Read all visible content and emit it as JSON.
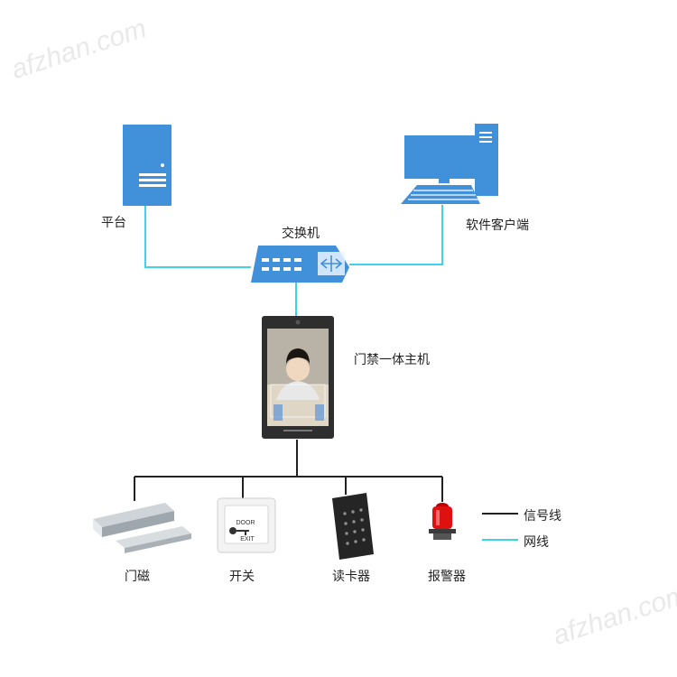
{
  "watermark": "afzhan.com",
  "nodes": {
    "platform": "平台",
    "switch": "交换机",
    "client": "软件客户端",
    "controller": "门禁一体主机",
    "door_magnet": "门磁",
    "exit_switch": "开关",
    "card_reader": "读卡器",
    "alarm": "报警器"
  },
  "device_text": {
    "exit_button_top": "DOOR",
    "exit_button_bottom": "EXIT"
  },
  "legend": {
    "signal_line": "信号线",
    "network_line": "网线"
  },
  "colors": {
    "network_line": "#3fd3ea",
    "signal_line": "#222222",
    "device_blue": "#3f8fd8"
  }
}
